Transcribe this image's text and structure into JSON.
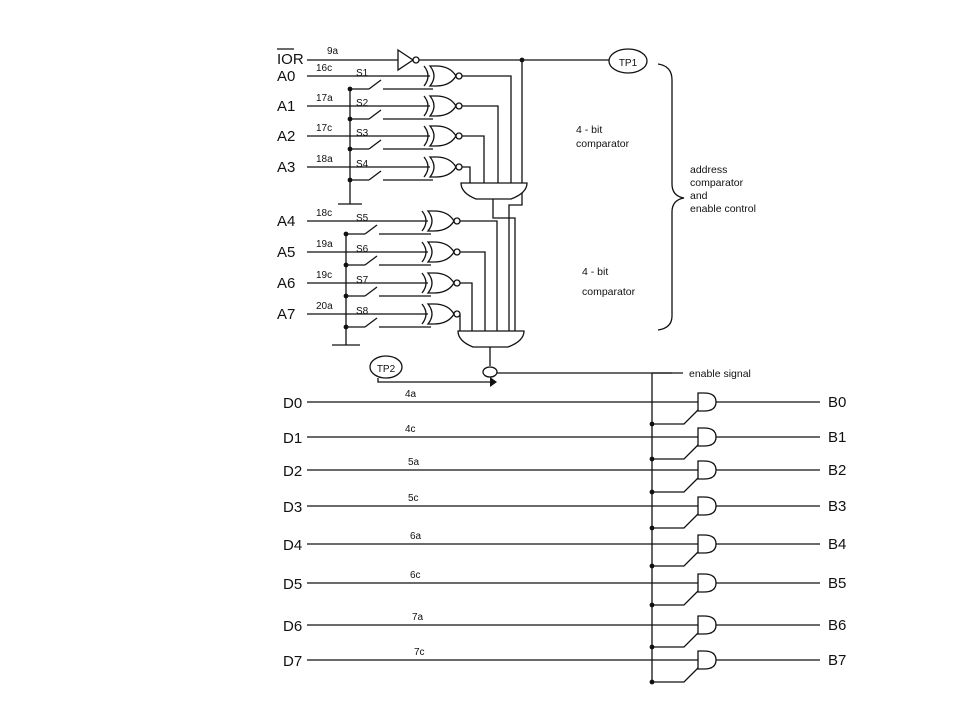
{
  "control": {
    "ior": {
      "label": "IOR",
      "pin": "9a"
    },
    "tp1": "TP1",
    "tp2": "TP2"
  },
  "address_lines": [
    {
      "label": "A0",
      "pin": "16c",
      "switch": "S1"
    },
    {
      "label": "A1",
      "pin": "17a",
      "switch": "S2"
    },
    {
      "label": "A2",
      "pin": "17c",
      "switch": "S3"
    },
    {
      "label": "A3",
      "pin": "18a",
      "switch": "S4"
    },
    {
      "label": "A4",
      "pin": "18c",
      "switch": "S5"
    },
    {
      "label": "A5",
      "pin": "19a",
      "switch": "S6"
    },
    {
      "label": "A6",
      "pin": "19c",
      "switch": "S7"
    },
    {
      "label": "A7",
      "pin": "20a",
      "switch": "S8"
    }
  ],
  "annotations": {
    "comparator_top": [
      "4 - bit",
      "comparator"
    ],
    "comparator_bottom": [
      "4 - bit",
      "comparator"
    ],
    "brace_label": [
      "address",
      "comparator",
      "and",
      "enable control"
    ],
    "enable": "enable signal"
  },
  "data_lines": [
    {
      "label": "D0",
      "pin": "4a",
      "out": "B0"
    },
    {
      "label": "D1",
      "pin": "4c",
      "out": "B1"
    },
    {
      "label": "D2",
      "pin": "5a",
      "out": "B2"
    },
    {
      "label": "D3",
      "pin": "5c",
      "out": "B3"
    },
    {
      "label": "D4",
      "pin": "6a",
      "out": "B4"
    },
    {
      "label": "D5",
      "pin": "6c",
      "out": "B5"
    },
    {
      "label": "D6",
      "pin": "7a",
      "out": "B6"
    },
    {
      "label": "D7",
      "pin": "7c",
      "out": "B7"
    }
  ]
}
